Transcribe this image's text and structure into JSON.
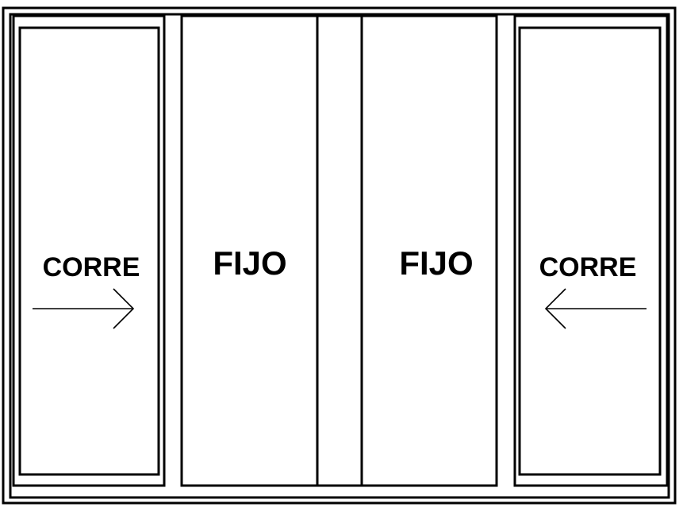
{
  "panels": {
    "left": {
      "label": "CORRE",
      "direction": "right"
    },
    "center_left": {
      "label": "FIJO"
    },
    "center_right": {
      "label": "FIJO"
    },
    "right": {
      "label": "CORRE",
      "direction": "left"
    }
  },
  "colors": {
    "line": "#000000",
    "background": "#ffffff"
  }
}
